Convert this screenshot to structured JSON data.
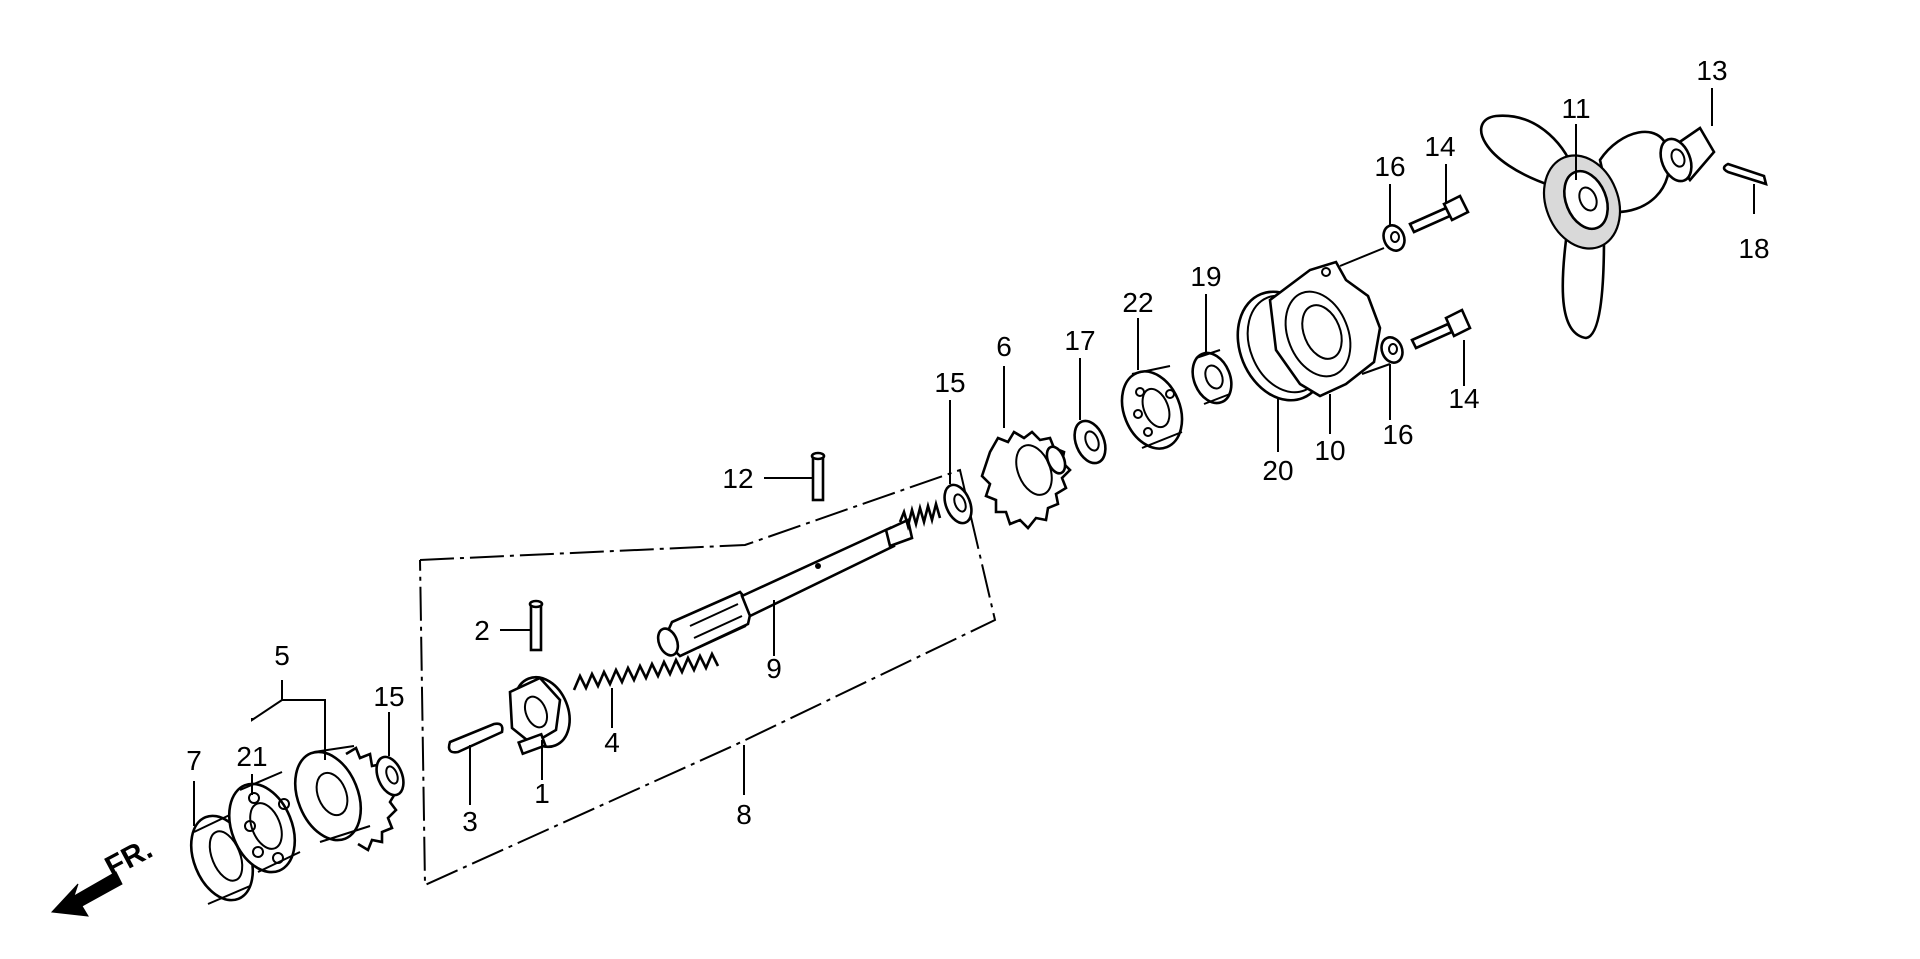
{
  "diagram": {
    "direction_label": "FR.",
    "labels": [
      {
        "id": "1",
        "text": "1"
      },
      {
        "id": "2",
        "text": "2"
      },
      {
        "id": "3",
        "text": "3"
      },
      {
        "id": "4",
        "text": "4"
      },
      {
        "id": "5",
        "text": "5"
      },
      {
        "id": "6",
        "text": "6"
      },
      {
        "id": "7",
        "text": "7"
      },
      {
        "id": "8",
        "text": "8"
      },
      {
        "id": "9",
        "text": "9"
      },
      {
        "id": "10",
        "text": "10"
      },
      {
        "id": "11",
        "text": "11"
      },
      {
        "id": "12",
        "text": "12"
      },
      {
        "id": "13",
        "text": "13"
      },
      {
        "id": "14a",
        "text": "14"
      },
      {
        "id": "14b",
        "text": "14"
      },
      {
        "id": "15a",
        "text": "15"
      },
      {
        "id": "15b",
        "text": "15"
      },
      {
        "id": "16a",
        "text": "16"
      },
      {
        "id": "16b",
        "text": "16"
      },
      {
        "id": "17",
        "text": "17"
      },
      {
        "id": "18",
        "text": "18"
      },
      {
        "id": "19",
        "text": "19"
      },
      {
        "id": "20",
        "text": "20"
      },
      {
        "id": "21",
        "text": "21"
      },
      {
        "id": "22",
        "text": "22"
      }
    ]
  }
}
